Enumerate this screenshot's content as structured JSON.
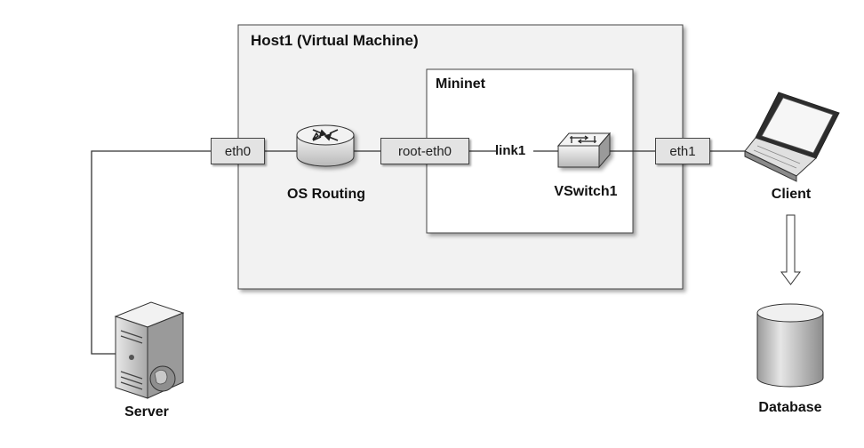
{
  "host": {
    "label": "Host1 (Virtual Machine)"
  },
  "mininet": {
    "label": "Mininet"
  },
  "ports": {
    "eth0": "eth0",
    "root_eth0": "root-eth0",
    "eth1": "eth1"
  },
  "link": {
    "label": "link1"
  },
  "nodes": {
    "router": "OS Routing",
    "switch": "VSwitch1",
    "client": "Client",
    "server": "Server",
    "database": "Database"
  },
  "icons": {
    "router": "router-icon",
    "switch": "switch-icon",
    "client": "laptop-icon",
    "server": "server-icon",
    "database": "database-icon"
  },
  "colors": {
    "box_fill": "#f2f2f2",
    "port_fill": "#e3e3e3",
    "line": "#333333"
  }
}
